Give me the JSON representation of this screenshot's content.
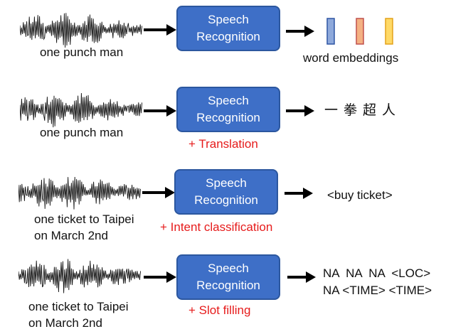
{
  "rows": [
    {
      "caption_lines": [
        "one punch man"
      ],
      "box": {
        "line1": "Speech",
        "line2": "Recognition"
      },
      "addon": "",
      "output": "word embeddings",
      "embedding_colors": [
        "#8ea9db",
        "#f4b183",
        "#ffd966"
      ]
    },
    {
      "caption_lines": [
        "one punch man"
      ],
      "box": {
        "line1": "Speech",
        "line2": "Recognition"
      },
      "addon": "+ Translation",
      "output": "一拳超人"
    },
    {
      "caption_lines": [
        "one ticket to Taipei",
        "on March 2nd"
      ],
      "box": {
        "line1": "Speech",
        "line2": "Recognition"
      },
      "addon": "+ Intent classification",
      "output": "<buy ticket>"
    },
    {
      "caption_lines": [
        "one ticket to Taipei",
        "on March 2nd"
      ],
      "box": {
        "line1": "Speech",
        "line2": "Recognition"
      },
      "addon": "+ Slot filling",
      "output_lines": [
        "NA  NA  NA  <LOC>",
        "NA <TIME> <TIME>"
      ]
    }
  ],
  "colors": {
    "box_fill": "#3e6fc7",
    "box_border": "#2c579f",
    "addon_text": "#e61b1b"
  }
}
